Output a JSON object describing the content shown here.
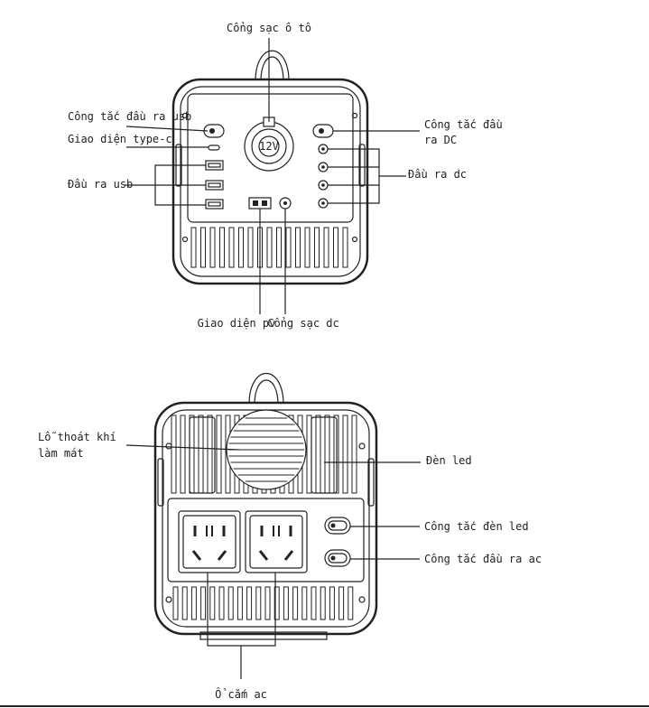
{
  "top_view": {
    "labels": {
      "car_port": "Cổng sạc ô tô",
      "usb_switch": "Công tắc đầu ra usb",
      "typec": "Giao diện type-c",
      "usb_out": "Đầu ra usb",
      "dc_switch_l1": "Công tắc đầu",
      "dc_switch_l2": "ra DC",
      "dc_out": "Đầu ra dc",
      "pv": "Giao diện pv",
      "dc_charge": "Cổng sạc dc"
    },
    "car_socket_text": "12V"
  },
  "bottom_view": {
    "labels": {
      "vent_l1": "Lỗ thoát khí",
      "vent_l2": "làm mát",
      "led": "Đèn led",
      "led_switch": "Công tắc đèn led",
      "ac_switch": "Công tắc đầu ra ac",
      "ac_socket": "Ổ cắm ac"
    }
  }
}
